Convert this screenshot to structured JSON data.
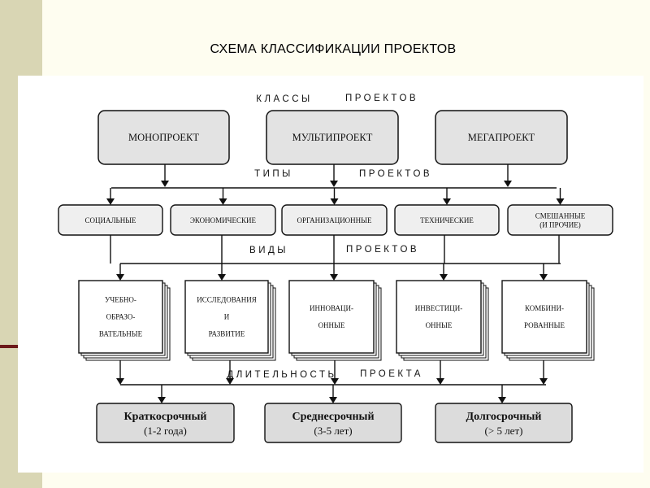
{
  "title": "СХЕМА КЛАССИФИКАЦИИ ПРОЕКТОВ",
  "sections": {
    "classes": [
      "КЛАССЫ",
      "ПРОЕКТОВ"
    ],
    "types": [
      "ТИПЫ",
      "ПРОЕКТОВ"
    ],
    "kinds": [
      "ВИДЫ",
      "ПРОЕКТОВ"
    ],
    "duration": [
      "ДЛИТЕЛЬНОСТЬ",
      "ПРОЕКТА"
    ]
  },
  "classes": [
    {
      "label": "МОНОПРОЕКТ"
    },
    {
      "label": "МУЛЬТИПРОЕКТ"
    },
    {
      "label": "МЕГАПРОЕКТ"
    }
  ],
  "types": [
    {
      "lines": [
        "СОЦИАЛЬНЫЕ"
      ]
    },
    {
      "lines": [
        "ЭКОНОМИЧЕСКИЕ"
      ]
    },
    {
      "lines": [
        "ОРГАНИЗАЦИОННЫЕ"
      ]
    },
    {
      "lines": [
        "ТЕХНИЧЕСКИЕ"
      ]
    },
    {
      "lines": [
        "СМЕШАННЫЕ",
        "(И ПРОЧИЕ)"
      ]
    }
  ],
  "kinds": [
    {
      "lines": [
        "УЧЕБНО-",
        "ОБРАЗО-",
        "ВАТЕЛЬНЫЕ"
      ]
    },
    {
      "lines": [
        "ИССЛЕДОВАНИЯ",
        "И",
        "РАЗВИТИЕ"
      ]
    },
    {
      "lines": [
        "ИННОВАЦИ-",
        "ОННЫЕ"
      ]
    },
    {
      "lines": [
        "ИНВЕСТИЦИ-",
        "ОННЫЕ"
      ]
    },
    {
      "lines": [
        "КОМБИНИ-",
        "РОВАННЫЕ"
      ]
    }
  ],
  "durations": [
    {
      "name": "Краткосрочный",
      "range": "(1-2 года)"
    },
    {
      "name": "Среднесрочный",
      "range": "(3-5 лет)"
    },
    {
      "name": "Долгосрочный",
      "range": "(> 5 лет)"
    }
  ],
  "colors": {
    "background": "#fefdf0",
    "sidebar": "#d9d6b4",
    "accent": "#6d1a1a",
    "box_fill": "#e3e3e3",
    "line": "#111111"
  }
}
